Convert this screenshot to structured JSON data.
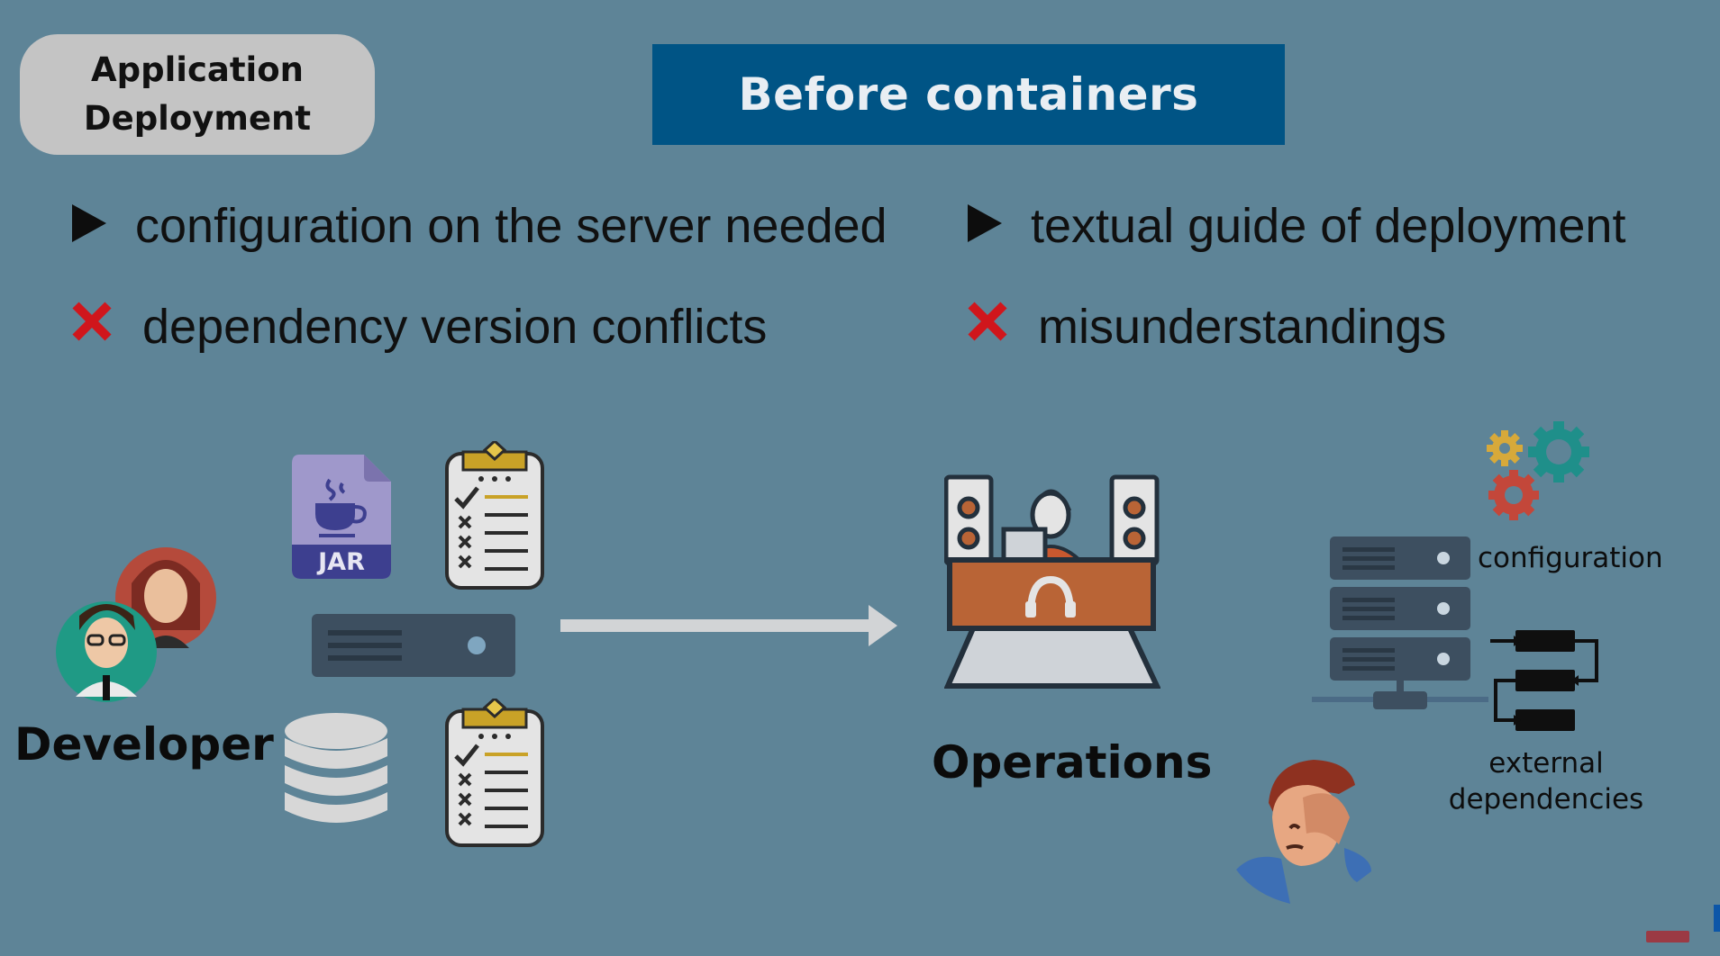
{
  "slide": {
    "badge_line1": "Application",
    "badge_line2": "Deployment",
    "banner_title": "Before containers"
  },
  "bullets": [
    {
      "type": "arrow",
      "text": "configuration on the server needed"
    },
    {
      "type": "arrow",
      "text": "textual guide of deployment"
    },
    {
      "type": "cross",
      "text": "dependency version conflicts"
    },
    {
      "type": "cross",
      "text": "misunderstandings"
    }
  ],
  "labels": {
    "developer": "Developer",
    "operations": "Operations",
    "configuration": "configuration",
    "external_line1": "external",
    "external_line2": "dependencies",
    "jar": "JAR"
  },
  "icons": {
    "arrow_bullet": "play-triangle-icon",
    "cross_bullet": "red-cross-icon",
    "developers": "developer-avatars-icon",
    "jar_file": "jar-file-icon",
    "checklist": "checklist-clipboard-icon",
    "server": "server-icon",
    "database": "database-icon",
    "operations": "operations-desk-icon",
    "gears": "gears-icon",
    "server_rack": "server-rack-icon",
    "dependency_tree": "dependency-tree-icon",
    "frustrated_person": "frustrated-person-icon"
  },
  "colors": {
    "background": "#5e8497",
    "banner": "#005485",
    "badge": "#c4c4c4",
    "cross": "#d0161c",
    "server": "#3d4f60"
  }
}
